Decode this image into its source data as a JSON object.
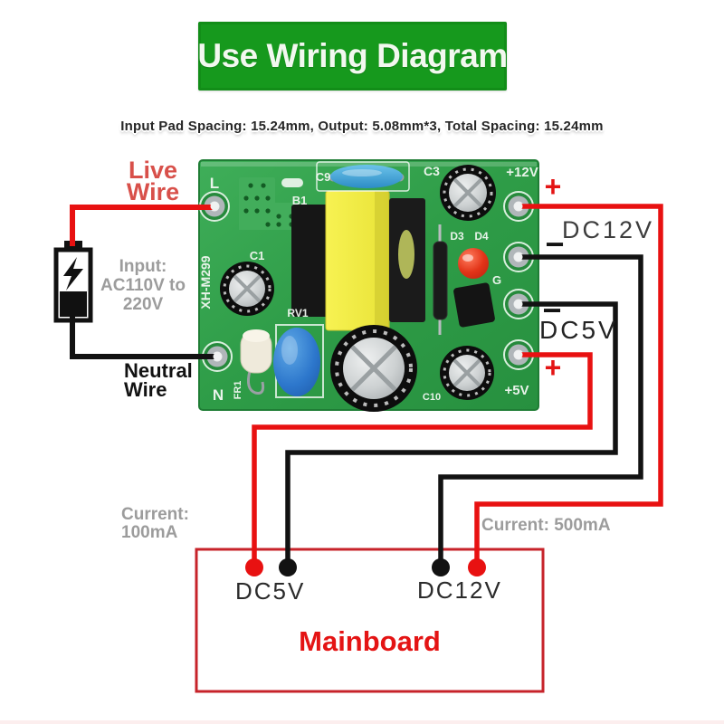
{
  "banner": {
    "title": "Use Wiring Diagram"
  },
  "subtitle": "Input Pad Spacing: 15.24mm, Output: 5.08mm*3, Total Spacing: 15.24mm",
  "input_side": {
    "live_wire": [
      "Live",
      "Wire"
    ],
    "input_rating": [
      "Input:",
      "AC110V to",
      "220V"
    ],
    "neutral_wire": [
      "Neutral",
      "Wire"
    ]
  },
  "pcb": {
    "model": "XH-M299",
    "silk_labels": {
      "live_pad": "L",
      "neutral_pad": "N",
      "c1": "C1",
      "b1": "B1",
      "c9": "C9",
      "c3": "C3",
      "out_12v": "+12V",
      "d3": "D3",
      "d4": "D4",
      "gate": "G",
      "rv1": "RV1",
      "fr1": "FR1",
      "c10": "C10",
      "out_5v": "+5V"
    }
  },
  "outputs": {
    "dc12v": {
      "plus": "+",
      "minus": "−",
      "label": "DC12V"
    },
    "dc5v": {
      "minus": "−",
      "label": "DC5V",
      "plus": "+"
    }
  },
  "currents": {
    "dc5v": [
      "Current:",
      "100mA"
    ],
    "dc12v": "Current: 500mA"
  },
  "mainboard": {
    "title": "Mainboard",
    "dc5v_pin": "DC5V",
    "dc12v_pin": "DC12V"
  },
  "colors": {
    "banner_green": "#16991d",
    "wire_red": "#e81111",
    "wire_black": "#121212",
    "pcb_green": "#2f9f49",
    "accent_red": "#e41414",
    "muted_gray": "#9c9c9c"
  }
}
